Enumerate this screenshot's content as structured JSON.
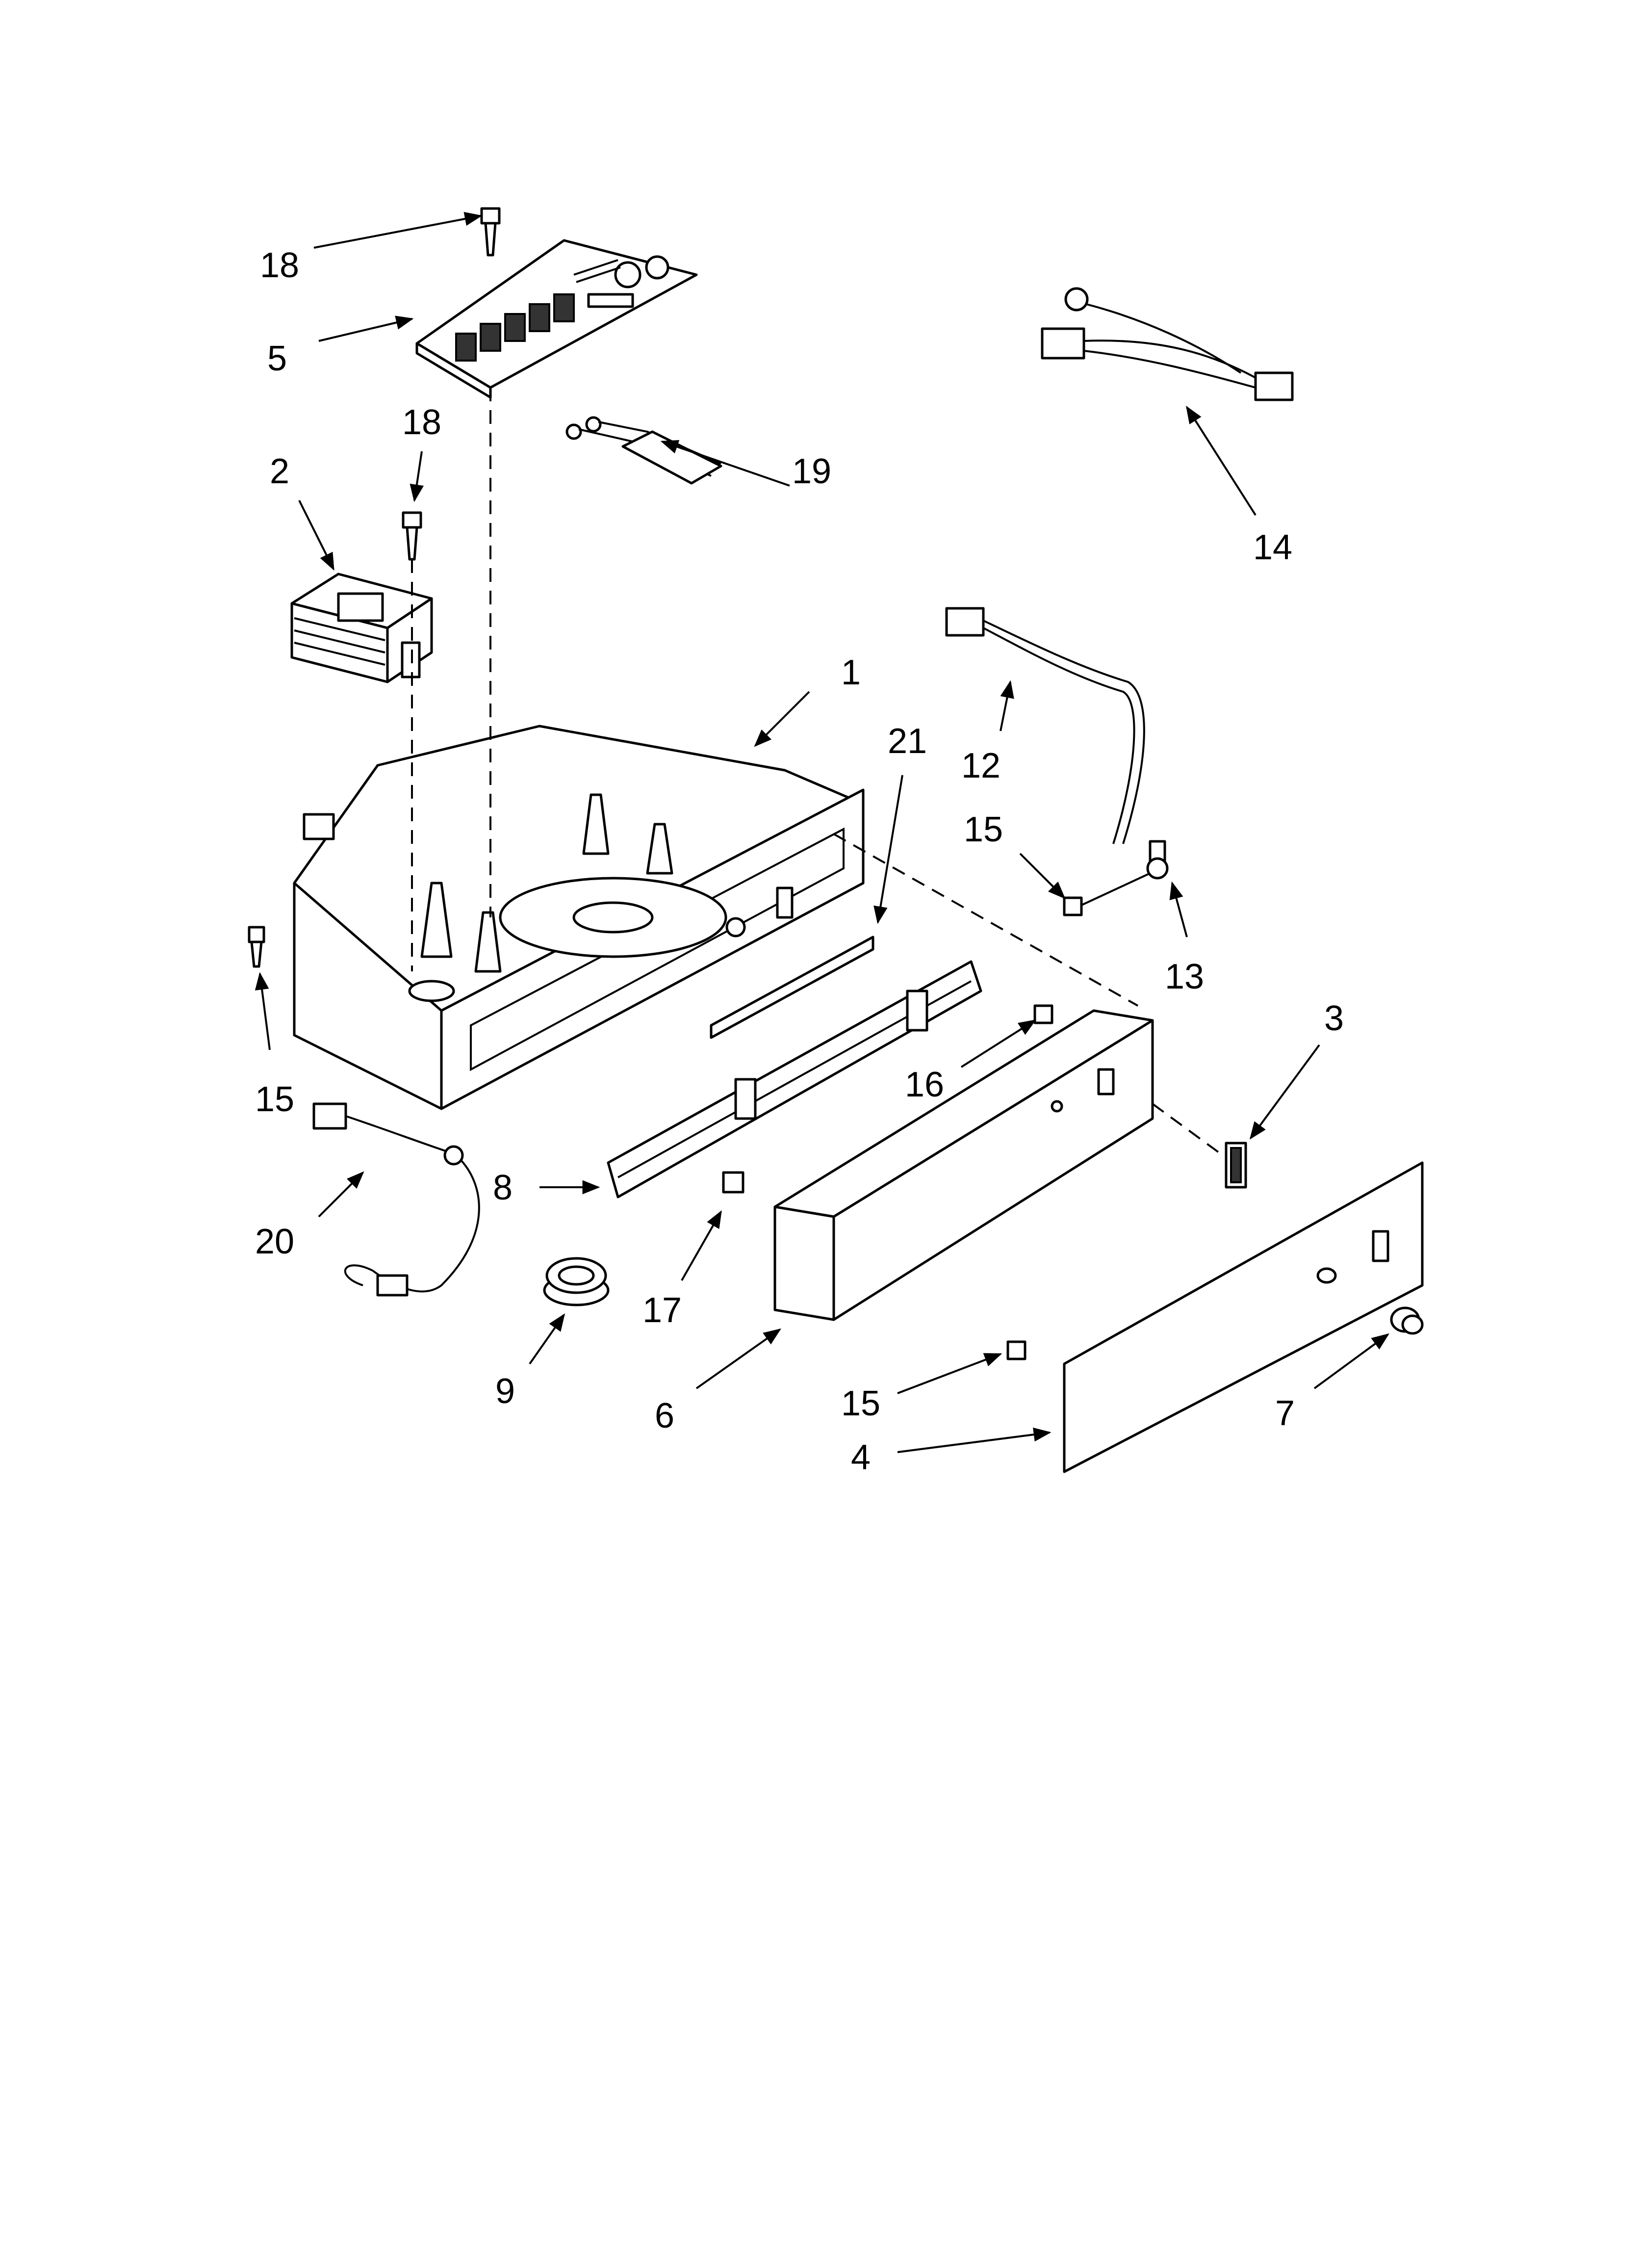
{
  "callouts": [
    {
      "id": "c18a",
      "text": "18"
    },
    {
      "id": "c5",
      "text": "5"
    },
    {
      "id": "c18b",
      "text": "18"
    },
    {
      "id": "c2",
      "text": "2"
    },
    {
      "id": "c19",
      "text": "19"
    },
    {
      "id": "c14",
      "text": "14"
    },
    {
      "id": "c1",
      "text": "1"
    },
    {
      "id": "c21",
      "text": "21"
    },
    {
      "id": "c12",
      "text": "12"
    },
    {
      "id": "c15a",
      "text": "15"
    },
    {
      "id": "c13",
      "text": "13"
    },
    {
      "id": "c15b",
      "text": "15"
    },
    {
      "id": "c16",
      "text": "16"
    },
    {
      "id": "c3",
      "text": "3"
    },
    {
      "id": "c8",
      "text": "8"
    },
    {
      "id": "c20",
      "text": "20"
    },
    {
      "id": "c17",
      "text": "17"
    },
    {
      "id": "c9",
      "text": "9"
    },
    {
      "id": "c6",
      "text": "6"
    },
    {
      "id": "c15c",
      "text": "15"
    },
    {
      "id": "c7",
      "text": "7"
    },
    {
      "id": "c4",
      "text": "4"
    }
  ],
  "colors": {
    "line": "#000000",
    "background": "#ffffff"
  }
}
